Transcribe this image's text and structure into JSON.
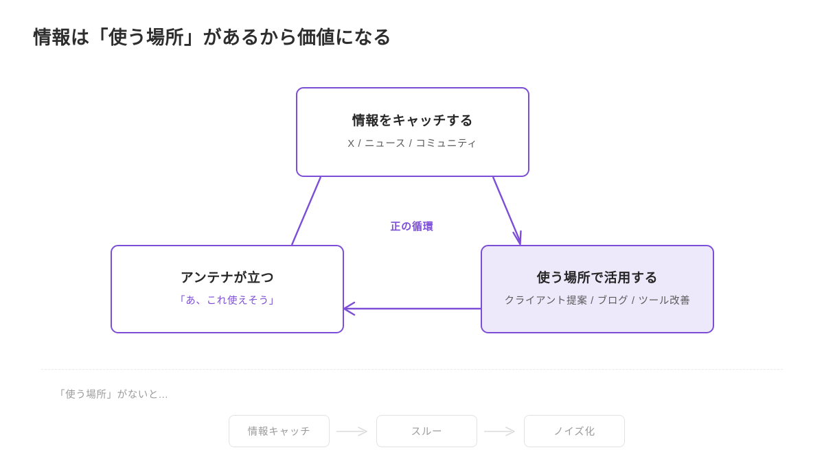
{
  "page": {
    "title": "情報は「使う場所」があるから価値になる",
    "accent_color": "#7C4DD6",
    "accent_fill": "#EDE9FB",
    "muted_color": "#9b9b9b"
  },
  "diagram": {
    "type": "cycle-flow",
    "cycle_label": "正の循環",
    "nodes": [
      {
        "id": "catch",
        "title": "情報をキャッチする",
        "subtitle": "X / ニュース / コミュニティ",
        "filled": false
      },
      {
        "id": "antenna",
        "title": "アンテナが立つ",
        "subtitle": "「あ、これ使えそう」",
        "filled": false
      },
      {
        "id": "use",
        "title": "使う場所で活用する",
        "subtitle": "クライアント提案 / ブログ / ツール改善",
        "filled": true
      }
    ],
    "edges": [
      {
        "from": "antenna",
        "to": "catch",
        "arrow": false
      },
      {
        "from": "catch",
        "to": "use",
        "arrow": true
      },
      {
        "from": "use",
        "to": "antenna",
        "arrow": true
      }
    ]
  },
  "failure": {
    "caption": "「使う場所」がないと...",
    "steps": [
      "情報キャッチ",
      "スルー",
      "ノイズ化"
    ]
  }
}
